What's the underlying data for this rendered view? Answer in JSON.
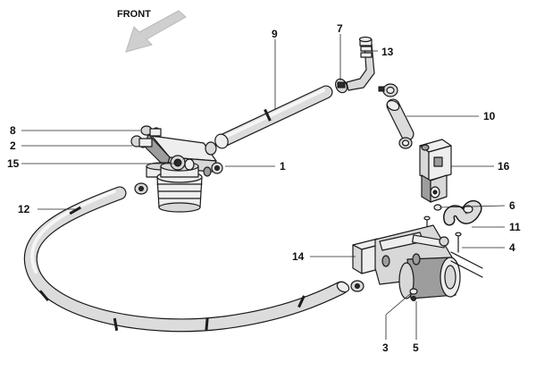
{
  "diagram": {
    "direction_label": "FRONT",
    "callouts": [
      {
        "id": "c1",
        "label": "1"
      },
      {
        "id": "c2",
        "label": "2"
      },
      {
        "id": "c3",
        "label": "3"
      },
      {
        "id": "c4",
        "label": "4"
      },
      {
        "id": "c5",
        "label": "5"
      },
      {
        "id": "c6",
        "label": "6"
      },
      {
        "id": "c7",
        "label": "7"
      },
      {
        "id": "c8",
        "label": "8"
      },
      {
        "id": "c9",
        "label": "9"
      },
      {
        "id": "c10",
        "label": "10"
      },
      {
        "id": "c11",
        "label": "11"
      },
      {
        "id": "c12",
        "label": "12"
      },
      {
        "id": "c13",
        "label": "13"
      },
      {
        "id": "c14",
        "label": "14"
      },
      {
        "id": "c15",
        "label": "15"
      },
      {
        "id": "c16",
        "label": "16"
      }
    ]
  }
}
